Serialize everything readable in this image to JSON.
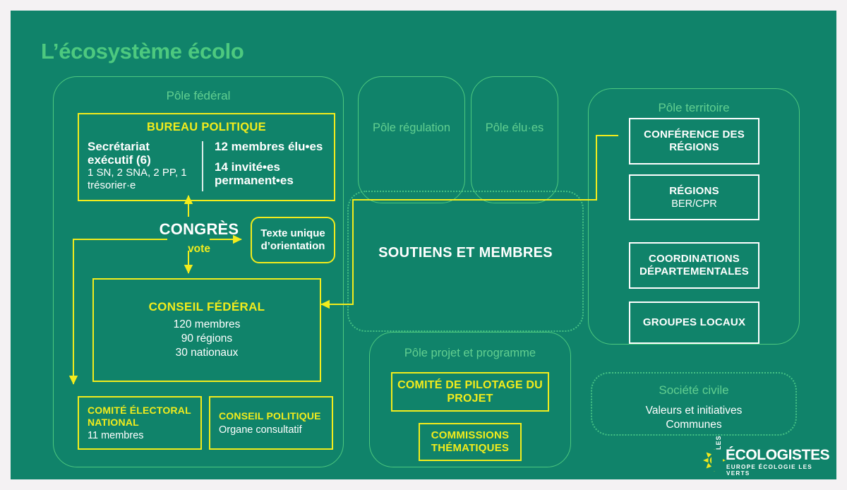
{
  "page": {
    "title": "L’écosystème écolo",
    "background": "#f4f2f3",
    "card_background": "#10836a",
    "accent_yellow": "#f2ec1c",
    "accent_green": "#4dc97f",
    "text_white": "#ffffff"
  },
  "pole_federal": {
    "title": "Pôle fédéral",
    "bureau_politique": {
      "title": "BUREAU POLITIQUE",
      "left_strong": "Secrétariat exécutif (6)",
      "left_detail": "1 SN, 2 SNA, 2 PP, 1 trésorier·e",
      "right_item_1": "12 membres élu•es",
      "right_item_2": "14 invité•es permanent•es"
    },
    "congres": {
      "label": "CONGRÈS",
      "vote": "vote"
    },
    "texte_unique": {
      "label": "Texte unique d’orientation"
    },
    "conseil_federal": {
      "title": "CONSEIL FÉDÉRAL",
      "lines": [
        "120 membres",
        "90 régions",
        "30 nationaux"
      ]
    },
    "comite_electoral": {
      "title": "COMITÉ ÉLECTORAL NATIONAL",
      "sub": "11 membres"
    },
    "conseil_politique": {
      "title": "CONSEIL POLITIQUE",
      "sub": "Organe consultatif"
    }
  },
  "middle": {
    "pole_regulation": "Pôle régulation",
    "pole_elus": "Pôle élu·es",
    "soutiens": "SOUTIENS ET MEMBRES",
    "pole_projet": {
      "title": "Pôle projet et programme",
      "comite_pilotage": "COMITÉ DE PILOTAGE DU PROJET",
      "commissions": "COMMISSIONS THÉMATIQUES"
    }
  },
  "pole_territoire": {
    "title": "Pôle territoire",
    "cards": [
      {
        "title": "CONFÉRENCE DES RÉGIONS",
        "sub": ""
      },
      {
        "title": "RÉGIONS",
        "sub": "BER/CPR"
      },
      {
        "title": "COORDINATIONS DÉPARTEMENTALES",
        "sub": ""
      },
      {
        "title": "GROUPES LOCAUX",
        "sub": ""
      }
    ]
  },
  "societe_civile": {
    "title": "Société civile",
    "line_1": "Valeurs et initiatives",
    "line_2": "Communes"
  },
  "logo": {
    "les": "LES",
    "main": "ÉCOLOGISTES",
    "sub": "EUROPE ÉCOLOGIE LES VERTS"
  }
}
